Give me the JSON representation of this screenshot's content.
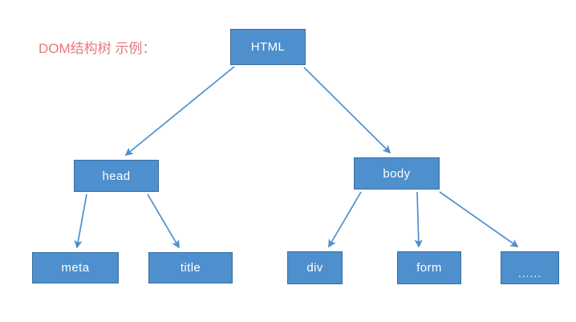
{
  "diagram": {
    "caption": "DOM结构树 示例：",
    "caption_color": "#e8787c",
    "node_fill": "#4e8fce",
    "node_border": "#3a6f9f",
    "node_text_color": "#ffffff",
    "edge_color": "#4e8fce",
    "background": "#ffffff",
    "nodes": [
      {
        "id": "html",
        "label": "HTML"
      },
      {
        "id": "head",
        "label": "head"
      },
      {
        "id": "body",
        "label": "body"
      },
      {
        "id": "meta",
        "label": "meta"
      },
      {
        "id": "title",
        "label": "title"
      },
      {
        "id": "div",
        "label": "div"
      },
      {
        "id": "form",
        "label": "form"
      },
      {
        "id": "etc",
        "label": "......"
      }
    ],
    "edges": [
      {
        "from": "html",
        "to": "head"
      },
      {
        "from": "html",
        "to": "body"
      },
      {
        "from": "head",
        "to": "meta"
      },
      {
        "from": "head",
        "to": "title"
      },
      {
        "from": "body",
        "to": "div"
      },
      {
        "from": "body",
        "to": "form"
      },
      {
        "from": "body",
        "to": "etc"
      }
    ]
  }
}
